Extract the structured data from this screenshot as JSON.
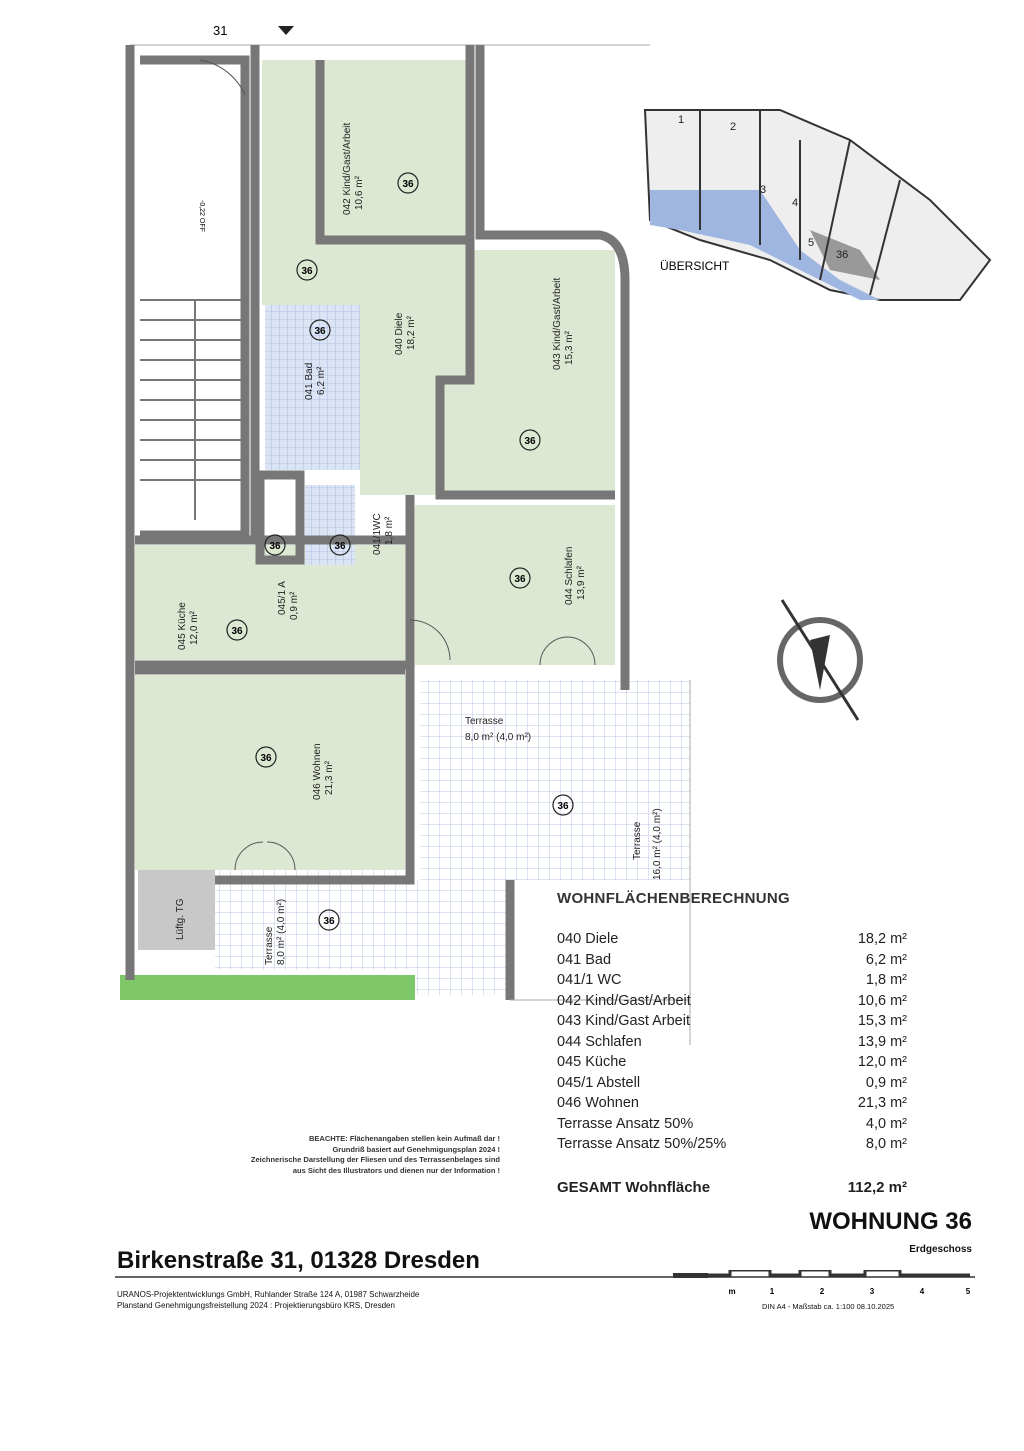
{
  "plan": {
    "house_number": "31",
    "overview_label": "ÜBERSICHT",
    "overview_numbers": [
      "1",
      "2",
      "3",
      "4",
      "5",
      "36"
    ],
    "unit_badge": "36",
    "level_mark": "-0,22 OFF",
    "rooms": [
      {
        "id": "042",
        "name": "Kind/Gast/Arbeit",
        "area": "10,6 m²"
      },
      {
        "id": "040",
        "name": "Diele",
        "area": "18,2 m²"
      },
      {
        "id": "041",
        "name": "Bad",
        "area": "6,2 m²"
      },
      {
        "id": "043",
        "name": "Kind/Gast/Arbeit",
        "area": "15,3 m²"
      },
      {
        "id": "041/1",
        "name": "WC",
        "area": "1,8 m²"
      },
      {
        "id": "044",
        "name": "Schlafen",
        "area": "13,9 m²"
      },
      {
        "id": "045/1",
        "name": "A",
        "area": "0,9 m²"
      },
      {
        "id": "045",
        "name": "Küche",
        "area": "12,0 m²"
      },
      {
        "id": "046",
        "name": "Wohnen",
        "area": "21,3 m²"
      }
    ],
    "terraces": [
      {
        "name": "Terrasse",
        "area": "8,0 m² (4,0 m²)"
      },
      {
        "name": "Terrasse",
        "area": "16,0 m² (4,0 m²)"
      },
      {
        "name": "Terrasse",
        "area": "8,0 m² (4,0 m²)"
      }
    ],
    "ventilation_label": "Lüftg. TG"
  },
  "area_table": {
    "title": "WOHNFLÄCHENBERECHNUNG",
    "rows": [
      {
        "label": "040 Diele",
        "value": "18,2 m²"
      },
      {
        "label": "041 Bad",
        "value": "6,2 m²"
      },
      {
        "label": "041/1 WC",
        "value": "1,8 m²"
      },
      {
        "label": "042 Kind/Gast/Arbeit",
        "value": "10,6 m²"
      },
      {
        "label": "043 Kind/Gast Arbeit",
        "value": "15,3 m²"
      },
      {
        "label": "044 Schlafen",
        "value": "13,9 m²"
      },
      {
        "label": "045 Küche",
        "value": "12,0 m²"
      },
      {
        "label": "045/1 Abstell",
        "value": "0,9 m²"
      },
      {
        "label": "046 Wohnen",
        "value": "21,3 m²"
      },
      {
        "label": "Terrasse Ansatz 50%",
        "value": "4,0 m²"
      },
      {
        "label": "Terrasse Ansatz 50%/25%",
        "value": "8,0 m²"
      }
    ],
    "total_label": "GESAMT Wohnfläche",
    "total_value": "112,2 m²"
  },
  "note": {
    "line1": "BEACHTE: Flächenangaben stellen kein Aufmaß dar !",
    "line2": "Grundriß basiert auf Genehmigungsplan 2024 !",
    "line3": "Zeichnerische Darstellung der Fliesen und des Terrassenbelages sind",
    "line4": "aus Sicht des Illustrators und dienen nur der Information !"
  },
  "title_block": {
    "unit": "WOHNUNG 36",
    "floor": "Erdgeschoss",
    "address": "Birkenstraße 31, 01328 Dresden",
    "company_line1": "URANOS-Projektentwicklungs GmbH, Ruhlander Straße 124 A, 01987 Schwarzheide",
    "company_line2": "Planstand Genehmigungsfreistellung 2024 : Projektierungsbüro KRS, Dresden",
    "scale_labels": [
      "m",
      "1",
      "2",
      "3",
      "4",
      "5"
    ],
    "scale_info": "DIN A4 - Maßstab ca. 1:100   08.10.2025"
  },
  "colors": {
    "room": "#dde8d3",
    "tile": "#c9d6ee",
    "wall": "#8a8a8a",
    "grass": "#7fc86a"
  }
}
